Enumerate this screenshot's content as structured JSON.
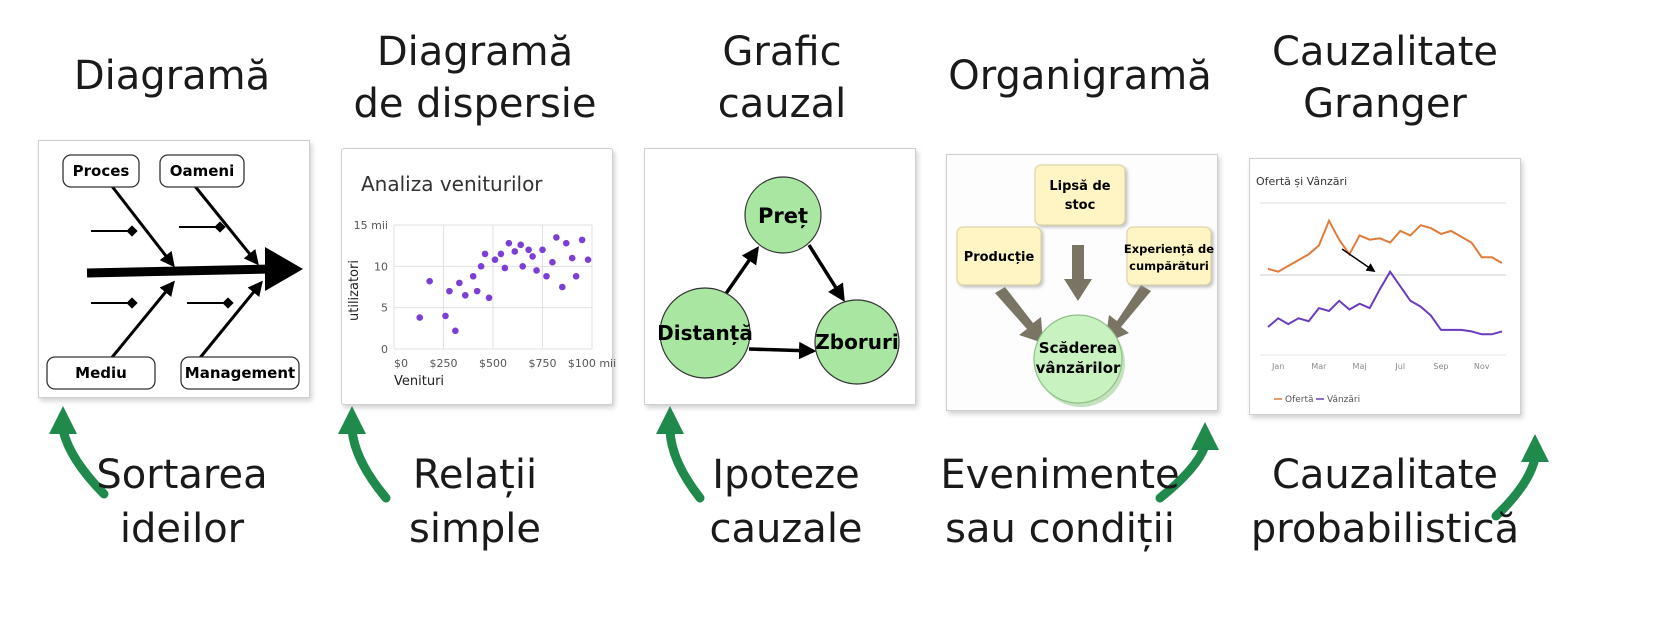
{
  "panels": [
    {
      "title": [
        "Diagramă",
        ""
      ],
      "caption": [
        "Sortarea",
        "ideilor"
      ]
    },
    {
      "title": [
        "Diagramă",
        "de dispersie"
      ],
      "caption": [
        "Relații",
        "simple"
      ]
    },
    {
      "title": [
        "Grafic",
        "cauzal"
      ],
      "caption": [
        "Ipoteze",
        "cauzale"
      ]
    },
    {
      "title": [
        "Organigramă",
        ""
      ],
      "caption": [
        "Evenimente",
        "sau condiții"
      ]
    },
    {
      "title": [
        "Cauzalitate",
        "Granger"
      ],
      "caption": [
        "Cauzalitate",
        "probabilistică"
      ]
    }
  ],
  "fishbone": {
    "labels": [
      "Proces",
      "Oameni",
      "Mediu",
      "Management"
    ]
  },
  "scatter": {
    "chart_data": {
      "type": "scatter",
      "title": "Analiza veniturilor",
      "xlabel": "Venituri",
      "ylabel": "utilizatori",
      "xticks": [
        "$0",
        "$250",
        "$500",
        "$750",
        "$100 mii"
      ],
      "yticks": [
        "0",
        "5",
        "10",
        "15 mii"
      ],
      "xlim": [
        0,
        1000
      ],
      "ylim": [
        0,
        15
      ],
      "grid": true,
      "color": "#7b3fd6",
      "points": [
        [
          130,
          3.8
        ],
        [
          180,
          8.2
        ],
        [
          260,
          4.0
        ],
        [
          280,
          7.0
        ],
        [
          310,
          2.2
        ],
        [
          330,
          8.0
        ],
        [
          360,
          6.5
        ],
        [
          400,
          8.8
        ],
        [
          420,
          7.0
        ],
        [
          440,
          10.0
        ],
        [
          460,
          11.5
        ],
        [
          480,
          6.2
        ],
        [
          510,
          10.8
        ],
        [
          540,
          11.5
        ],
        [
          560,
          9.8
        ],
        [
          580,
          12.8
        ],
        [
          610,
          11.8
        ],
        [
          640,
          12.6
        ],
        [
          650,
          10.0
        ],
        [
          680,
          12.0
        ],
        [
          700,
          11.2
        ],
        [
          720,
          9.5
        ],
        [
          750,
          12.0
        ],
        [
          770,
          8.8
        ],
        [
          800,
          10.5
        ],
        [
          820,
          13.5
        ],
        [
          850,
          7.5
        ],
        [
          870,
          12.8
        ],
        [
          900,
          11.0
        ],
        [
          920,
          8.8
        ],
        [
          950,
          13.2
        ],
        [
          980,
          10.8
        ]
      ]
    }
  },
  "causal": {
    "nodes": [
      "Preț",
      "Distanță",
      "Zboruri"
    ],
    "node_color": "#a8e6a1"
  },
  "org": {
    "top": "Lipsă de stoc",
    "left": "Producție",
    "right": [
      "Experiență de",
      "cumpărături"
    ],
    "center": [
      "Scăderea",
      "vânzărilor"
    ],
    "box_color": "#fff4c4",
    "circle_color": "#c8f2c0"
  },
  "granger": {
    "chart_data": {
      "type": "line",
      "title": "Ofertă și Vânzări",
      "x": [
        1,
        2,
        3,
        4,
        5,
        6,
        7,
        8,
        9,
        10,
        11,
        12,
        13,
        14,
        15,
        16,
        17,
        18,
        19,
        20,
        21,
        22,
        23,
        24
      ],
      "xticks": [
        "Jan",
        "Mar",
        "Maj",
        "Jul",
        "Sep",
        "Nov"
      ],
      "series": [
        {
          "name": "Ofertă",
          "color": "#e07b39",
          "values": [
            62,
            60,
            64,
            68,
            72,
            78,
            95,
            82,
            72,
            85,
            82,
            83,
            80,
            88,
            85,
            92,
            90,
            86,
            88,
            84,
            80,
            70,
            70,
            66
          ]
        },
        {
          "name": "Vânzări",
          "color": "#6a3bbf",
          "values": [
            22,
            28,
            24,
            28,
            26,
            35,
            33,
            40,
            34,
            38,
            35,
            48,
            60,
            50,
            40,
            36,
            30,
            20,
            20,
            20,
            19,
            17,
            17,
            19
          ]
        }
      ],
      "ylim": [
        0,
        110
      ],
      "legend": "bottom-left"
    }
  },
  "colors": {
    "arrow_green": "#1f8a4c"
  }
}
